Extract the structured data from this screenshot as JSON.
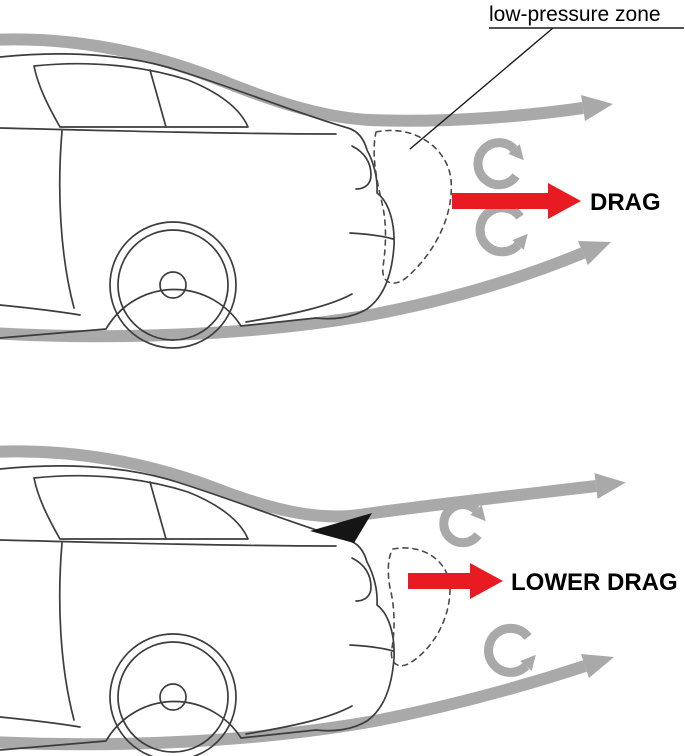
{
  "colors": {
    "bg": "#ffffff",
    "flow": "#a9a9a9",
    "line": "#3d3d3d",
    "zone": "#4a4a4a",
    "accent": "#e81b23",
    "spoilerColor": "#151515"
  },
  "annotations": {
    "low_pressure_label": "low-pressure zone"
  },
  "top_panel": {
    "drag_label": "DRAG"
  },
  "bottom_panel": {
    "drag_label": "LOWER DRAG"
  }
}
